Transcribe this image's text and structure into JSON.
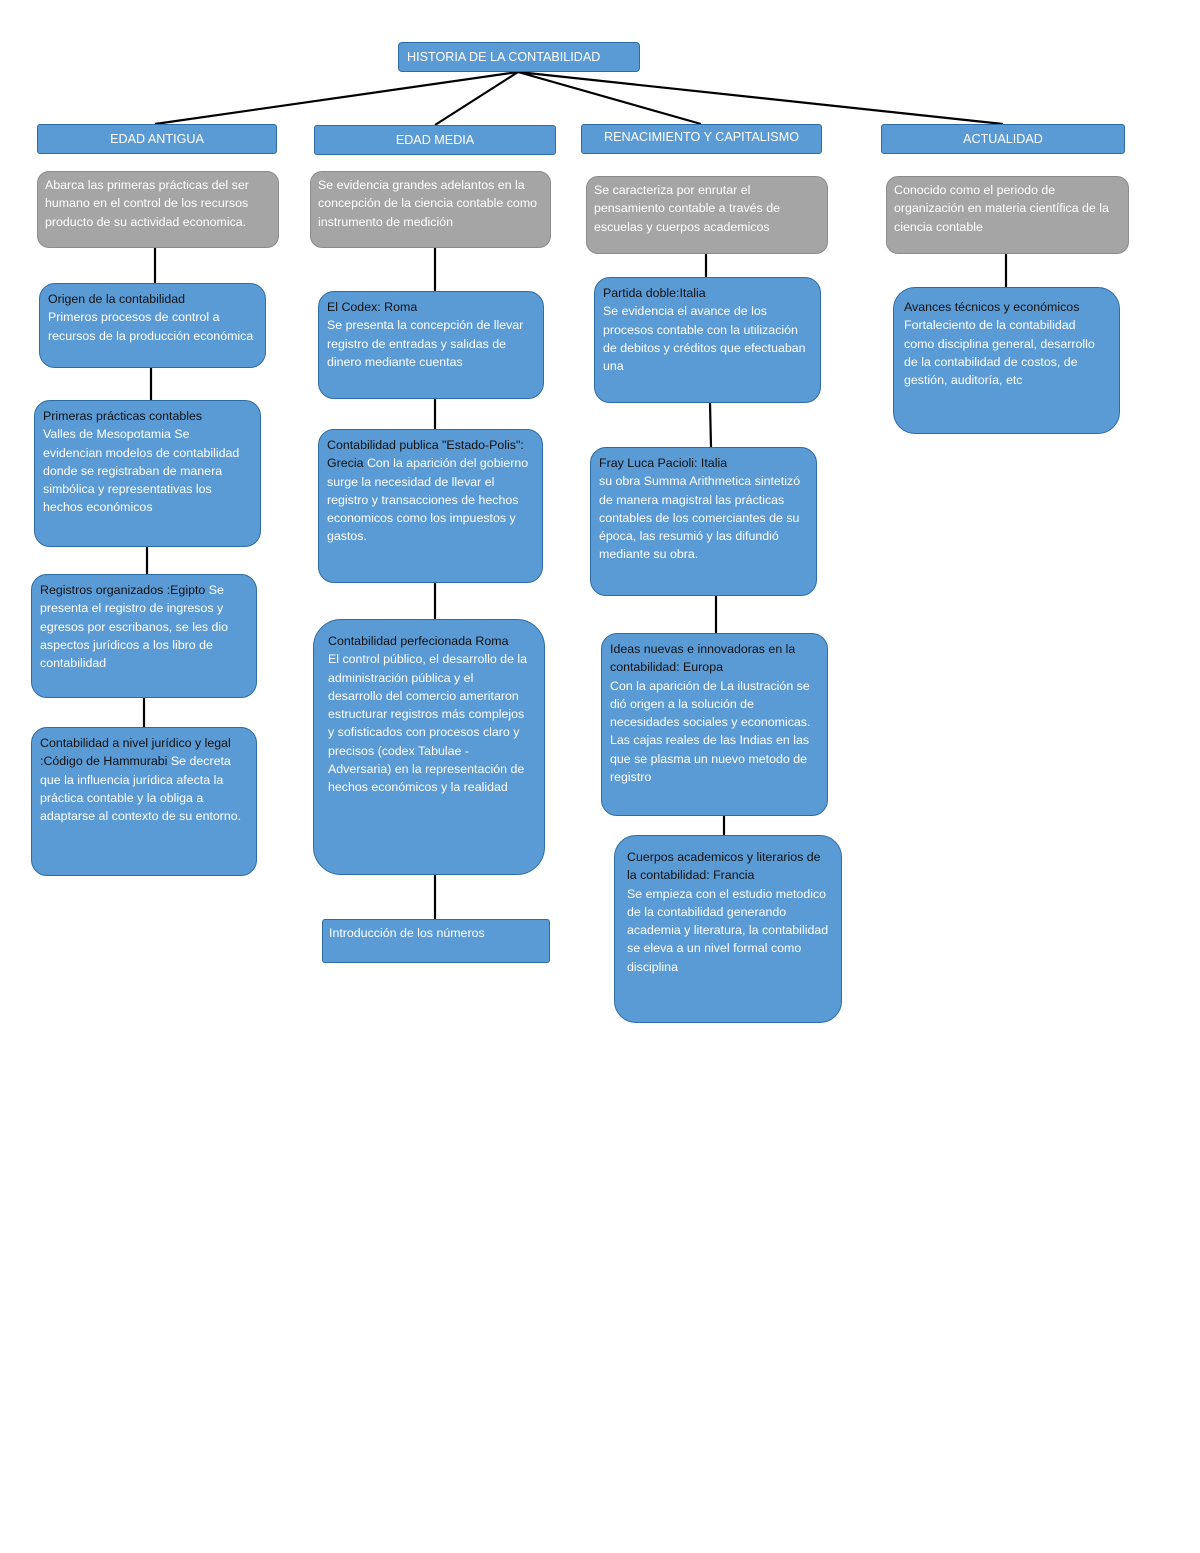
{
  "root": {
    "title": "HISTORIA DE LA CONTABILIDAD"
  },
  "columns": [
    {
      "header": "EDAD ANTIGUA",
      "description": "Abarca las primeras prácticas del ser humano en el control de los recursos producto de su actividad economica.",
      "cards": [
        {
          "title": "Origen de la contabilidad",
          "text": "Primeros procesos de control a recursos de la producción económica"
        },
        {
          "title": "Primeras prácticas contables",
          "text": "Valles de Mesopotamia Se evidencian modelos de contabilidad donde se registraban de manera simbólica y representativas los hechos económicos"
        },
        {
          "title": "Registros organizados :Egipto",
          "text": "Se presenta el registro de ingresos y egresos por escribanos, se les dio aspectos jurídicos a los libro de contabilidad"
        },
        {
          "title": "Contabilidad a nivel jurídico y legal :Código de Hammurabi",
          "text": "Se decreta que la influencia jurídica afecta la práctica contable y la obliga a adaptarse al contexto de su entorno."
        }
      ]
    },
    {
      "header": "EDAD MEDIA",
      "description": "Se evidencia grandes adelantos en la concepción de la ciencia contable como instrumento de medición",
      "cards": [
        {
          "title": "El Codex: Roma",
          "text": "Se presenta la concepción de llevar registro de entradas y salidas de dinero mediante cuentas"
        },
        {
          "title": "Contabilidad publica \"Estado-Polis\": Grecia",
          "text": "Con la aparición del gobierno surge la necesidad de llevar el registro y transacciones de hechos economicos como los impuestos y gastos."
        },
        {
          "title": "Contabilidad perfecionada Roma",
          "text": "El control público, el desarrollo de la administración pública y el desarrollo del comercio ameritaron estructurar registros más complejos y sofisticados con procesos claro y precisos (codex Tabulae - Adversaria) en la representación de hechos económicos y la realidad"
        },
        {
          "title": "",
          "text": "Introducción de los números"
        }
      ]
    },
    {
      "header": "RENACIMIENTO Y CAPITALISMO",
      "description": "Se caracteriza por enrutar el pensamiento contable a través de escuelas y cuerpos academicos",
      "cards": [
        {
          "title": "Partida doble:Italia",
          "text": "Se evidencia el avance de los procesos contable con la utilización de debitos y créditos que efectuaban una"
        },
        {
          "title": "Fray Luca Pacioli: Italia",
          "text": "su obra Summa Arithmetica sintetizó de manera magistral las prácticas contables de los comerciantes de su época, las resumió y las difundió mediante su obra."
        },
        {
          "title": "Ideas nuevas e innovadoras en la contabilidad: Europa",
          "text": "Con la aparición de La ilustración se dió origen a la solución de necesidades sociales y economicas. Las cajas reales de las Indias en las que se plasma un nuevo metodo de registro"
        },
        {
          "title": "Cuerpos academicos y literarios de la contabilidad: Francia",
          "text": "Se empieza con el estudio metodico de la contabilidad generando academia y literatura, la contabilidad se eleva a un nivel formal como disciplina"
        }
      ]
    },
    {
      "header": "ACTUALIDAD",
      "description": "Conocido como el periodo de organización en materia científica de la ciencia contable",
      "cards": [
        {
          "title": "Avances técnicos y económicos",
          "text": "Fortaleciento de la contabilidad como disciplina general, desarrollo de la contabilidad de costos, de gestión, auditoría, etc"
        }
      ]
    }
  ]
}
